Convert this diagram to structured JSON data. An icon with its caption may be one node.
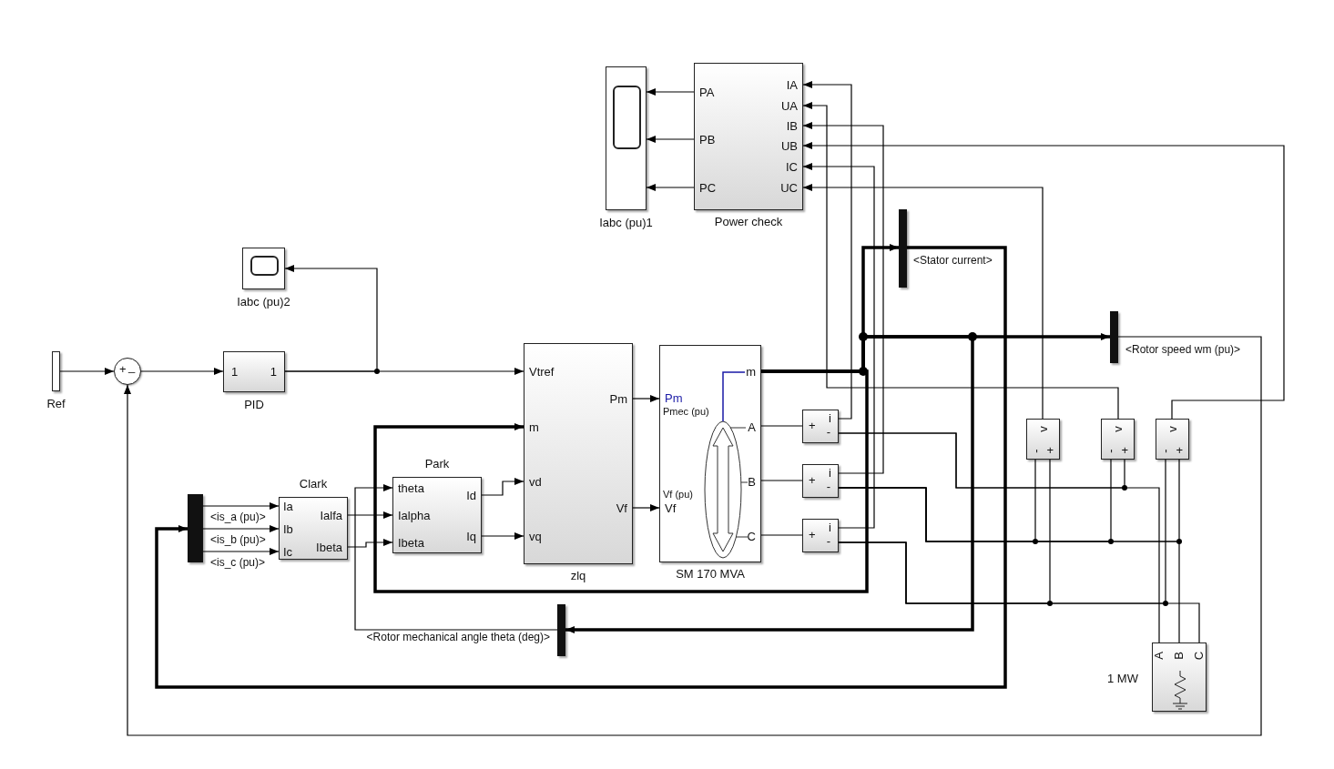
{
  "diagram": {
    "nodes": [
      {
        "text": [
          "Ref"
        ]
      },
      {
        "text": [
          "+",
          "_"
        ]
      },
      {
        "text": [
          "1",
          "1",
          "PID"
        ]
      },
      {
        "text": [
          "Iabc (pu)2"
        ]
      },
      {
        "text": [
          "Iabc (pu)1"
        ]
      },
      {
        "text": [
          "PA",
          "PB",
          "PC",
          "IA",
          "UA",
          "IB",
          "UB",
          "IC",
          "UC",
          "Power check"
        ]
      },
      {
        "text": [
          "Vtref",
          "m",
          "vd",
          "vq",
          "Pm",
          "Vf",
          "zlq"
        ]
      },
      {
        "text": [
          "m",
          "Pm",
          "Pmec (pu)",
          "Vf (pu)",
          "Vf",
          "A",
          "B",
          "C",
          "SM 170 MVA"
        ]
      },
      {
        "text": [
          "Ia",
          "Ib",
          "Ic",
          "Ialfa",
          "Ibeta",
          "Clark"
        ]
      },
      {
        "text": [
          "theta",
          "Ialpha",
          "Ibeta",
          "Id",
          "Iq",
          "Park"
        ]
      },
      {
        "text": [],
        "shape": "bar",
        "beside": [
          "<is_a (pu)>",
          "<is_b (pu)>",
          "<is_c (pu)>"
        ]
      },
      {
        "text": [],
        "shape": "bar",
        "beside": [
          "<Stator current>"
        ]
      },
      {
        "text": [],
        "shape": "bar",
        "beside": [
          "<Rotor speed wm (pu)>"
        ]
      },
      {
        "text": [],
        "shape": "bar",
        "beside": [
          "<Rotor mechanical angle theta (deg)>"
        ]
      },
      {
        "text": [
          "i",
          "+",
          "-"
        ]
      },
      {
        "text": [
          "i",
          "+",
          "-"
        ]
      },
      {
        "text": [
          "i",
          "+",
          "-"
        ]
      },
      {
        "text": [
          "v",
          "-",
          "+"
        ]
      },
      {
        "text": [
          "v",
          "-",
          "+"
        ]
      },
      {
        "text": [
          "v",
          "-",
          "+"
        ]
      },
      {
        "text": [
          "A",
          "B",
          "C",
          "1 MW"
        ]
      }
    ],
    "edges": [
      {
        "from": 0,
        "to": 1,
        "arrow": "to"
      },
      {
        "from": 1,
        "to": 2,
        "arrow": "to"
      },
      {
        "from": 2,
        "to": 6,
        "arrow": "to"
      },
      {
        "from": 2,
        "to": 3,
        "arrow": "to"
      },
      {
        "from": 6,
        "to": 7,
        "arrow": "to"
      },
      {
        "from": 6,
        "to": 7,
        "arrow": "to"
      },
      {
        "from": 9,
        "to": 6,
        "arrow": "to"
      },
      {
        "from": 9,
        "to": 6,
        "arrow": "to"
      },
      {
        "from": 8,
        "to": 9,
        "arrow": "to"
      },
      {
        "from": 8,
        "to": 9,
        "arrow": "to"
      },
      {
        "from": 10,
        "to": 8,
        "arrow": "to"
      },
      {
        "from": 10,
        "to": 8,
        "arrow": "to"
      },
      {
        "from": 10,
        "to": 8,
        "arrow": "to"
      },
      {
        "from": 13,
        "to": 9,
        "arrow": "to"
      },
      {
        "from": 7,
        "to": 6,
        "arrow": "to",
        "style": "thick"
      },
      {
        "from": 7,
        "to": 11,
        "arrow": "to",
        "style": "thick"
      },
      {
        "from": 7,
        "to": 12,
        "arrow": "to",
        "style": "thick"
      },
      {
        "from": 7,
        "to": 13,
        "arrow": "to",
        "style": "thick"
      },
      {
        "from": 11,
        "to": 10,
        "arrow": "to",
        "style": "thick"
      },
      {
        "from": 12,
        "to": 1,
        "arrow": "to"
      },
      {
        "from": 5,
        "to": 4,
        "arrow": "to"
      },
      {
        "from": 5,
        "to": 4,
        "arrow": "to"
      },
      {
        "from": 5,
        "to": 4,
        "arrow": "to"
      },
      {
        "from": 14,
        "to": 5,
        "arrow": "to"
      },
      {
        "from": 18,
        "to": 5,
        "arrow": "to"
      },
      {
        "from": 15,
        "to": 5,
        "arrow": "to"
      },
      {
        "from": 19,
        "to": 5,
        "arrow": "to"
      },
      {
        "from": 16,
        "to": 5,
        "arrow": "to"
      },
      {
        "from": 17,
        "to": 5,
        "arrow": "to"
      },
      {
        "from": 7,
        "to": 14,
        "arrow": "none"
      },
      {
        "from": 7,
        "to": 15,
        "arrow": "none"
      },
      {
        "from": 7,
        "to": 16,
        "arrow": "none"
      },
      {
        "from": 14,
        "to": 20,
        "arrow": "none"
      },
      {
        "from": 14,
        "to": 18,
        "arrow": "none"
      },
      {
        "from": 15,
        "to": 20,
        "arrow": "none"
      },
      {
        "from": 15,
        "to": 17,
        "arrow": "none"
      },
      {
        "from": 15,
        "to": 18,
        "arrow": "none"
      },
      {
        "from": 15,
        "to": 19,
        "arrow": "none"
      },
      {
        "from": 16,
        "to": 20,
        "arrow": "none"
      },
      {
        "from": 16,
        "to": 17,
        "arrow": "none"
      },
      {
        "from": 16,
        "to": 19,
        "arrow": "none"
      }
    ]
  }
}
